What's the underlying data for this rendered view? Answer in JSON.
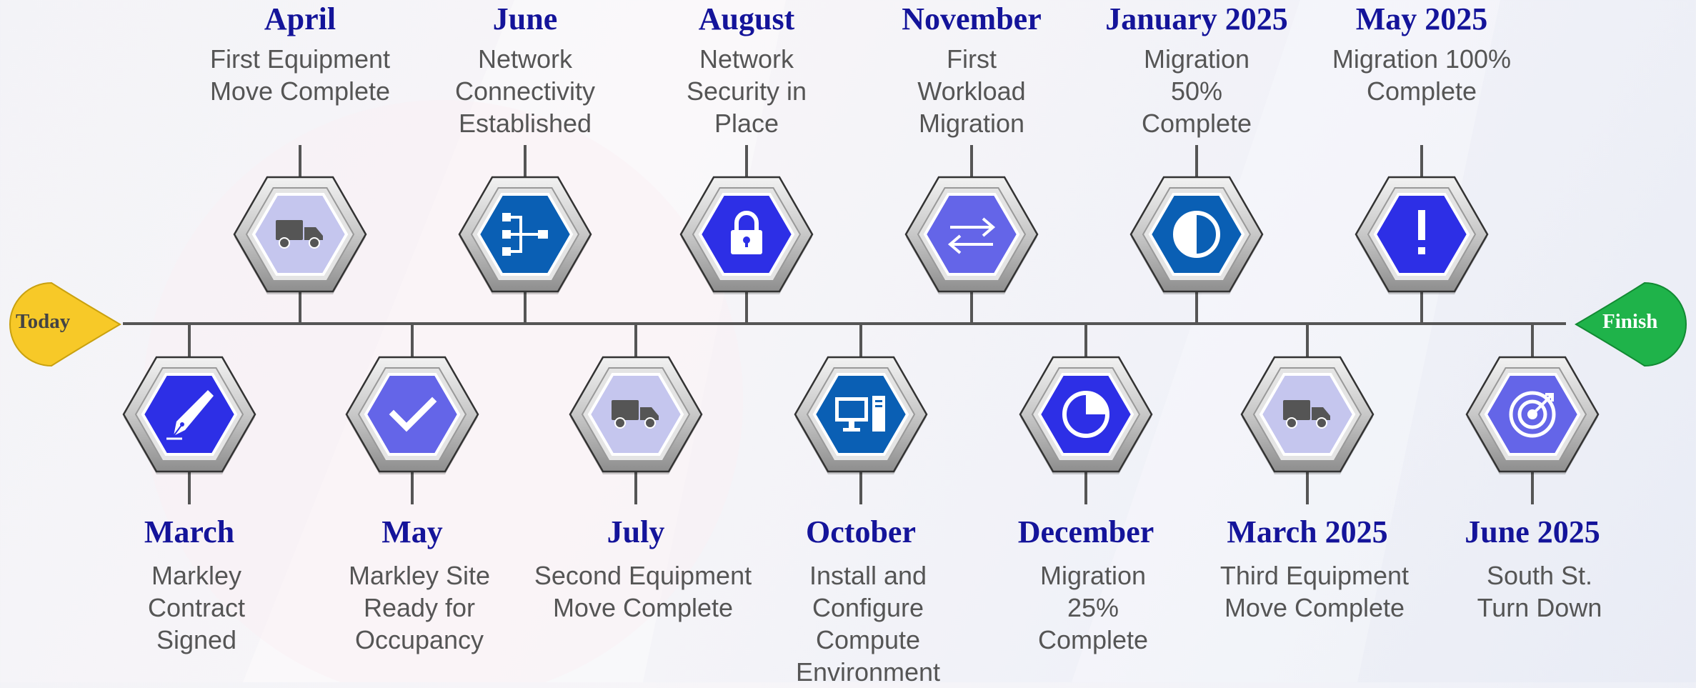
{
  "start_label": "Today",
  "end_label": "Finish",
  "colors": {
    "axis": "#555555",
    "month_text": "#14149a",
    "desc_text": "#555555",
    "today_fill": "#f7c928",
    "finish_fill": "#1fb34a",
    "hex_gray_outer": "#9a9a9a",
    "hex_gray_light": "#e6e6e6"
  },
  "milestones": [
    {
      "month": "March",
      "desc": "Markley Contract Signed",
      "side": "below",
      "icon": "pen-nib-icon",
      "inner": "#2d2fe6"
    },
    {
      "month": "April",
      "desc": "First Equipment Move Complete",
      "side": "above",
      "icon": "truck-icon",
      "inner": "#c5c6ee"
    },
    {
      "month": "May",
      "desc": "Markley Site Ready for Occupancy",
      "side": "below",
      "icon": "checkmark-icon",
      "inner": "#6465e8"
    },
    {
      "month": "June",
      "desc": "Network Connectivity Established",
      "side": "above",
      "icon": "network-tree-icon",
      "inner": "#0a5fb4"
    },
    {
      "month": "July",
      "desc": "Second Equipment Move Complete",
      "side": "below",
      "icon": "truck-icon",
      "inner": "#c5c6ee"
    },
    {
      "month": "August",
      "desc": "Network Security in Place",
      "side": "above",
      "icon": "lock-icon",
      "inner": "#2d2fe6"
    },
    {
      "month": "October",
      "desc": "Install and Configure Compute Environment",
      "side": "below",
      "icon": "computer-icon",
      "inner": "#0a5fb4"
    },
    {
      "month": "November",
      "desc": "First Workload Migration",
      "side": "above",
      "icon": "swap-arrows-icon",
      "inner": "#6465e8"
    },
    {
      "month": "December",
      "desc": "Migration 25% Complete",
      "side": "below",
      "icon": "quarter-pie-icon",
      "inner": "#2d2fe6"
    },
    {
      "month": "January 2025",
      "desc": "Migration 50% Complete",
      "side": "above",
      "icon": "half-circle-icon",
      "inner": "#0a5fb4"
    },
    {
      "month": "March 2025",
      "desc": "Third Equipment Move Complete",
      "side": "below",
      "icon": "truck-icon",
      "inner": "#c5c6ee"
    },
    {
      "month": "May 2025",
      "desc": "Migration 100% Complete",
      "side": "above",
      "icon": "exclamation-icon",
      "inner": "#2d2fe6"
    },
    {
      "month": "June 2025",
      "desc": "South St. Turn Down",
      "side": "below",
      "icon": "target-icon",
      "inner": "#6465e8"
    }
  ]
}
